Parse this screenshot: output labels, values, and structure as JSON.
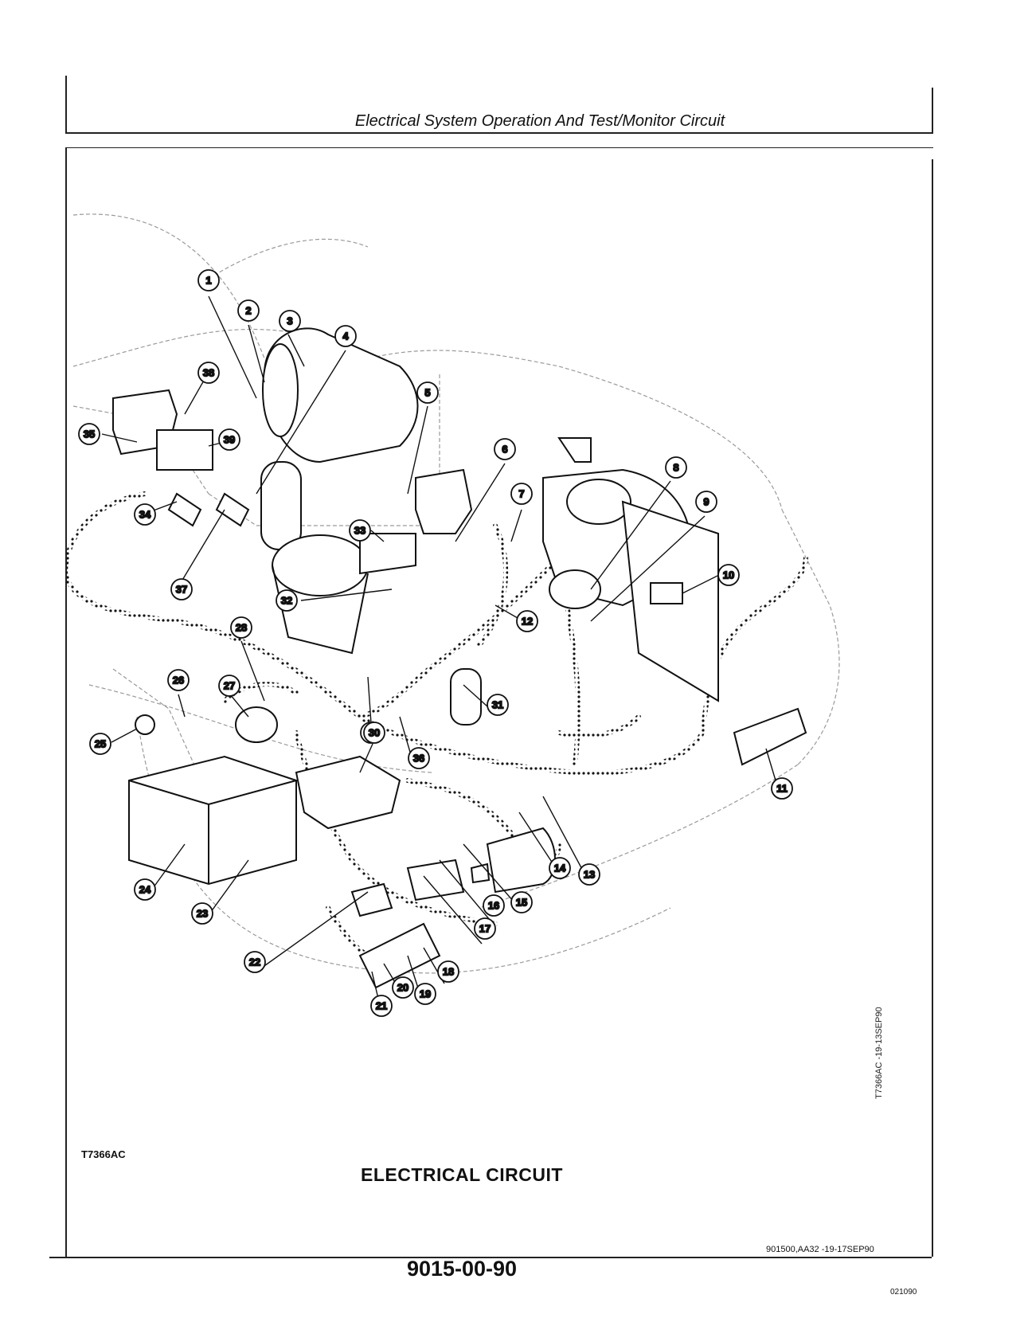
{
  "header": {
    "title": "Electrical System Operation And Test/Monitor Circuit"
  },
  "figure": {
    "id": "T7366AC",
    "caption": "ELECTRICAL CIRCUIT",
    "side_code": "T7366AC   -19-13SEP90",
    "callouts": [
      "1",
      "2",
      "3",
      "4",
      "5",
      "6",
      "7",
      "8",
      "9",
      "10",
      "11",
      "12",
      "13",
      "14",
      "15",
      "16",
      "17",
      "18",
      "19",
      "20",
      "21",
      "22",
      "23",
      "24",
      "25",
      "26",
      "27",
      "28",
      "29",
      "30",
      "31",
      "32",
      "33",
      "34",
      "35",
      "36",
      "37",
      "38",
      "39"
    ]
  },
  "footer": {
    "ref_code": "901500,AA32   -19-17SEP90",
    "page_number": "9015-00-90",
    "date_code": "021090"
  },
  "colors": {
    "ink": "#111111",
    "paper": "#ffffff",
    "ghost": "#9a9a9a"
  }
}
